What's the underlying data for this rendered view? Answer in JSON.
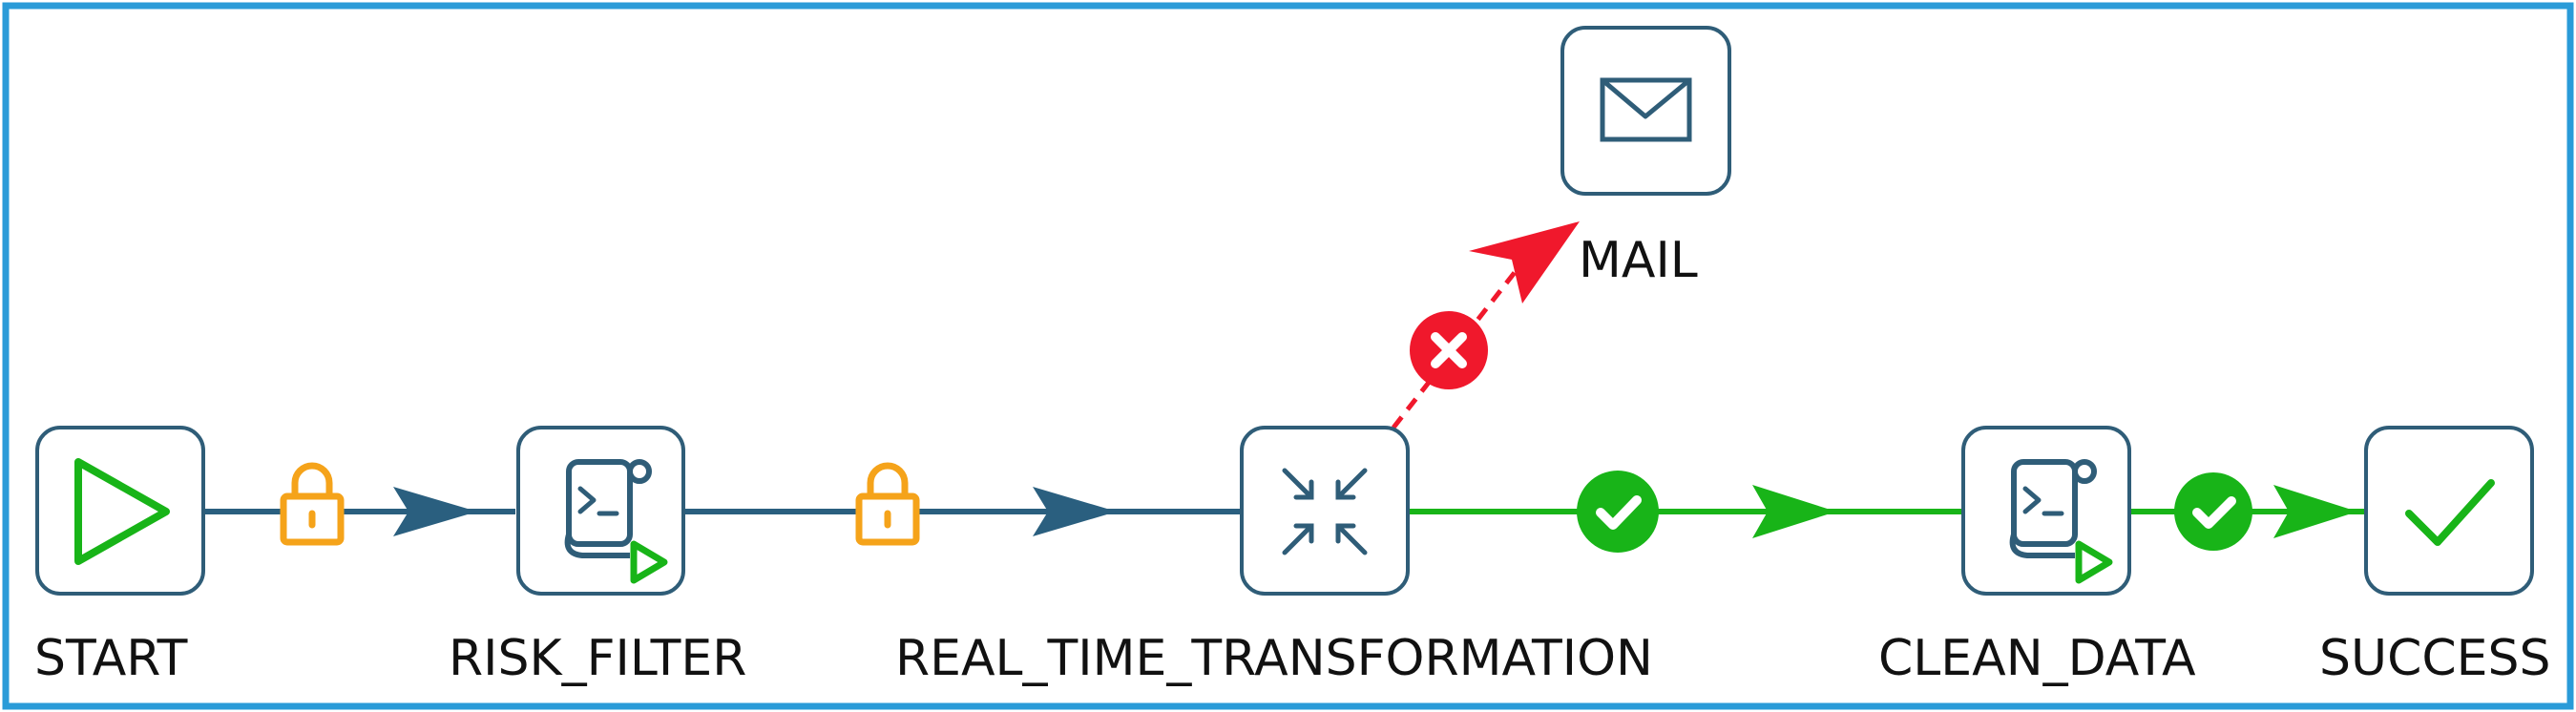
{
  "colors": {
    "frame_border": "#2a9bd8",
    "node_border": "#2f5d78",
    "node_fill": "#ffffff",
    "icon_dark": "#2f5d78",
    "unconditional_hop": "#2a5f7f",
    "success_hop": "#18b418",
    "error_hop": "#f0182c",
    "lock_icon": "#f5a31a"
  },
  "nodes": [
    {
      "id": "start",
      "label": "START",
      "icon": "play-triangle-icon"
    },
    {
      "id": "risk_filter",
      "label": "RISK_FILTER",
      "icon": "script-icon"
    },
    {
      "id": "real_time_transformation",
      "label": "REAL_TIME_TRANSFORMATION",
      "icon": "transformation-icon"
    },
    {
      "id": "mail",
      "label": "MAIL",
      "icon": "mail-icon"
    },
    {
      "id": "clean_data",
      "label": "CLEAN_DATA",
      "icon": "script-icon"
    },
    {
      "id": "success",
      "label": "SUCCESS",
      "icon": "checkmark-icon"
    }
  ],
  "hops": [
    {
      "from": "start",
      "to": "risk_filter",
      "type": "unconditional",
      "badge": "lock-icon"
    },
    {
      "from": "risk_filter",
      "to": "real_time_transformation",
      "type": "unconditional",
      "badge": "lock-icon"
    },
    {
      "from": "real_time_transformation",
      "to": "mail",
      "type": "error",
      "badge": "error-x-icon"
    },
    {
      "from": "real_time_transformation",
      "to": "clean_data",
      "type": "success",
      "badge": "success-check-icon"
    },
    {
      "from": "clean_data",
      "to": "success",
      "type": "success",
      "badge": "success-check-icon"
    }
  ]
}
